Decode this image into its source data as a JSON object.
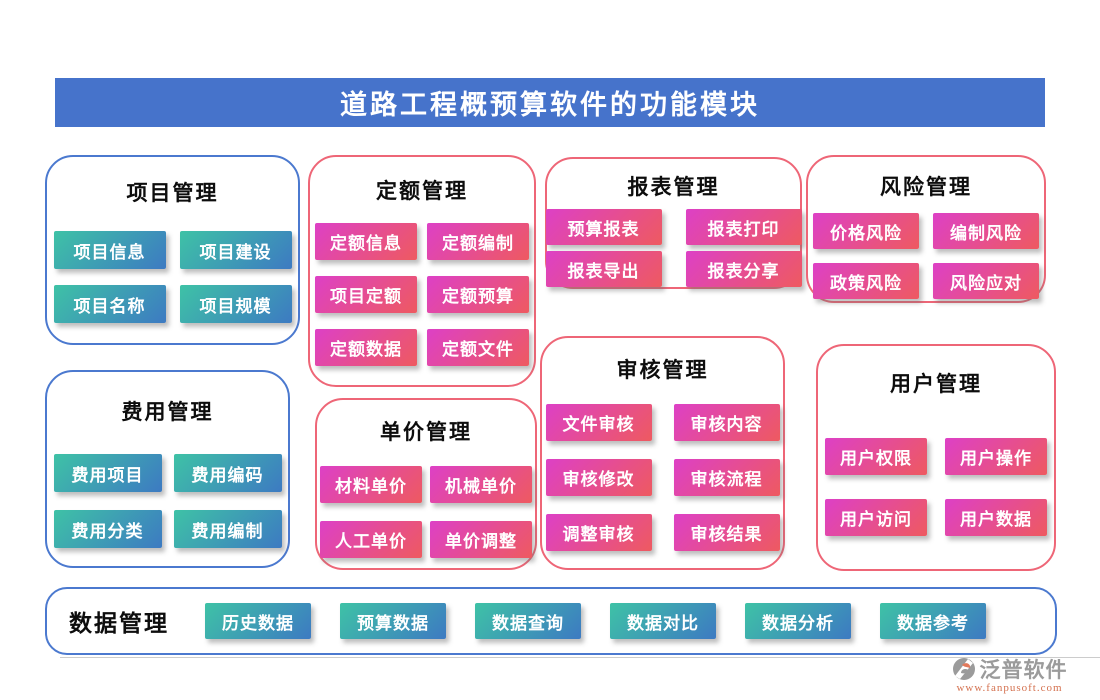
{
  "title": "道路工程概预算软件的功能模块",
  "modules": [
    {
      "id": "project",
      "title": "项目管理",
      "theme": "blue",
      "items": [
        "项目信息",
        "项目建设",
        "项目名称",
        "项目规模"
      ]
    },
    {
      "id": "cost",
      "title": "费用管理",
      "theme": "blue",
      "items": [
        "费用项目",
        "费用编码",
        "费用分类",
        "费用编制"
      ]
    },
    {
      "id": "quota",
      "title": "定额管理",
      "theme": "pink",
      "items": [
        "定额信息",
        "定额编制",
        "项目定额",
        "定额预算",
        "定额数据",
        "定额文件"
      ]
    },
    {
      "id": "unitprice",
      "title": "单价管理",
      "theme": "pink",
      "items": [
        "材料单价",
        "机械单价",
        "人工单价",
        "单价调整"
      ]
    },
    {
      "id": "report",
      "title": "报表管理",
      "theme": "pink",
      "items": [
        "预算报表",
        "报表打印",
        "报表导出",
        "报表分享"
      ]
    },
    {
      "id": "audit",
      "title": "审核管理",
      "theme": "pink",
      "items": [
        "文件审核",
        "审核内容",
        "审核修改",
        "审核流程",
        "调整审核",
        "审核结果"
      ]
    },
    {
      "id": "risk",
      "title": "风险管理",
      "theme": "pink",
      "items": [
        "价格风险",
        "编制风险",
        "政策风险",
        "风险应对"
      ]
    },
    {
      "id": "user",
      "title": "用户管理",
      "theme": "pink",
      "items": [
        "用户权限",
        "用户操作",
        "用户访问",
        "用户数据"
      ]
    }
  ],
  "data_bar": {
    "title": "数据管理",
    "items": [
      "历史数据",
      "预算数据",
      "数据查询",
      "数据对比",
      "数据分析",
      "数据参考"
    ]
  },
  "footer": {
    "brand": "泛普软件",
    "website": "www.fanpusoft.com"
  },
  "colors": {
    "banner_blue": "#4673cb",
    "blue_border": "#4b79cf",
    "pink_border": "#ee6677",
    "teal_grad_start": "#3ec2a6",
    "teal_grad_end": "#3d7ac2",
    "pink_grad_start": "#dd40c6",
    "pink_grad_end": "#ee5a60",
    "brand_gray": "#9b9b9b",
    "brand_orange": "#d4714f"
  }
}
